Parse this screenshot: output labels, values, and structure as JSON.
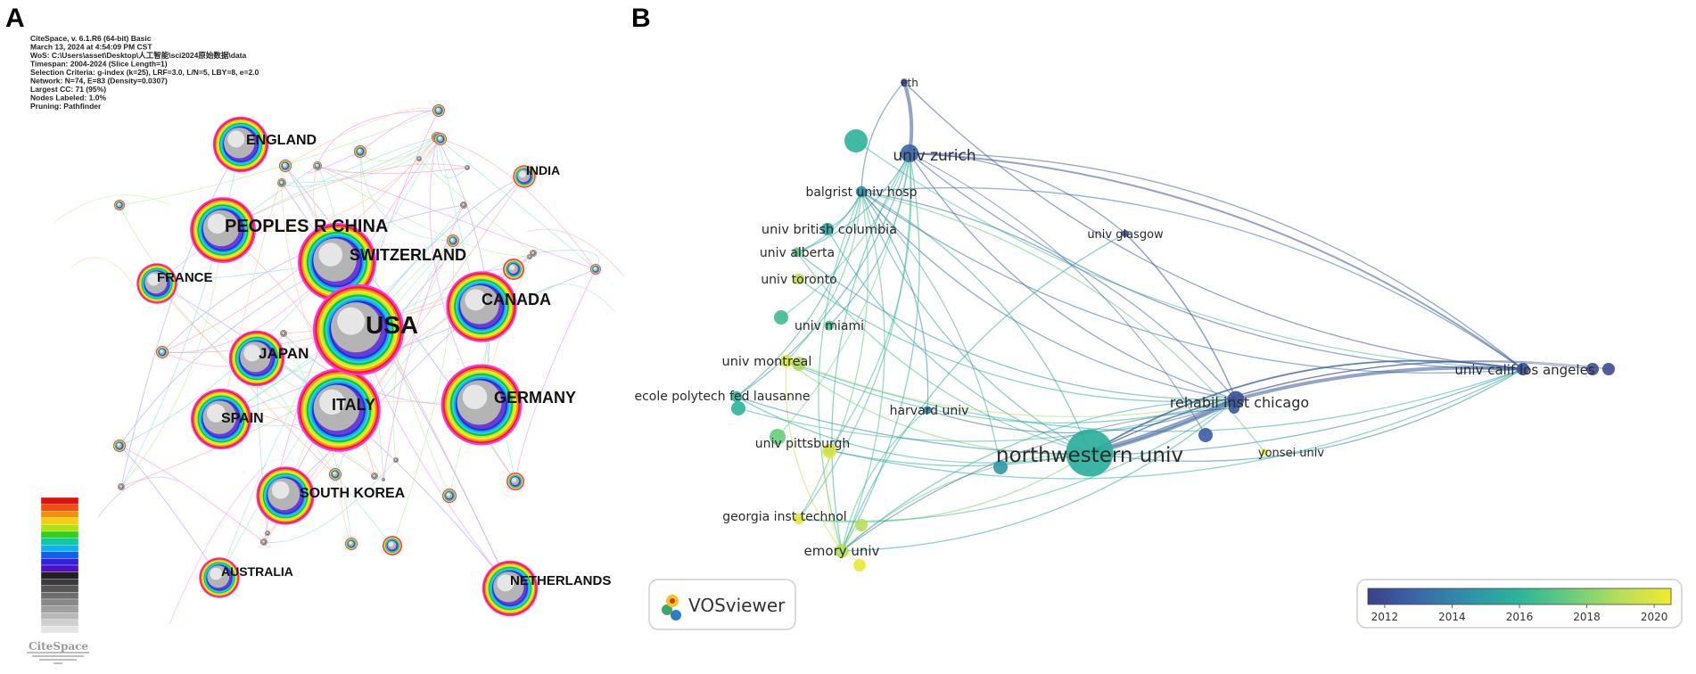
{
  "panel_a": {
    "letter": "A",
    "metadata": [
      "CiteSpace, v. 6.1.R6 (64-bit) Basic",
      "March 13, 2024 at 4:54:09 PM CST",
      "WoS: C:\\Users\\asset\\Desktop\\人工智能\\sci2024原始数据\\data",
      "Timespan: 2004-2024 (Slice Length=1)",
      "Selection Criteria: g-index (k=25), LRF=3.0, L/N=5, LBY=8, e=2.0",
      "Network: N=74, E=83 (Density=0.0307)",
      "Largest CC: 71 (95%)",
      "Nodes Labeled: 1.0%",
      "Pruning: Pathfinder"
    ],
    "logo_text": "CiteSpace",
    "ring_palette": [
      "#e8e8e8",
      "#b0b0b0",
      "#6a3bd6",
      "#2030e0",
      "#18a8f0",
      "#20d8d8",
      "#10c040",
      "#b8f020",
      "#f8e820",
      "#f89020",
      "#f02020",
      "#ff30ff"
    ],
    "colorbar": [
      "#e01010",
      "#f05010",
      "#f09010",
      "#f0d010",
      "#b0e010",
      "#30d020",
      "#10c8a0",
      "#10b0f0",
      "#1060f0",
      "#3020e0",
      "#5010c0",
      "#202020",
      "#3a3a3a",
      "#555555",
      "#6e6e6e",
      "#888888",
      "#a0a0a0",
      "#b8b8b8",
      "#d0d0d0",
      "#e4e4e4"
    ],
    "countries": [
      {
        "name": "USA",
        "size": 36
      },
      {
        "name": "ITALY",
        "size": 33
      },
      {
        "name": "SWITZERLAND",
        "size": 31
      },
      {
        "name": "GERMANY",
        "size": 32
      },
      {
        "name": "CANADA",
        "size": 28
      },
      {
        "name": "PEOPLES R CHINA",
        "size": 26
      },
      {
        "name": "SPAIN",
        "size": 24
      },
      {
        "name": "JAPAN",
        "size": 22
      },
      {
        "name": "SOUTH KOREA",
        "size": 23
      },
      {
        "name": "ENGLAND",
        "size": 22
      },
      {
        "name": "NETHERLANDS",
        "size": 22
      },
      {
        "name": "FRANCE",
        "size": 16
      },
      {
        "name": "AUSTRALIA",
        "size": 16
      },
      {
        "name": "INDIA",
        "size": 9
      }
    ]
  },
  "panel_b": {
    "letter": "B",
    "logo_text": "VOSviewer",
    "legend": {
      "min": 2011.5,
      "max": 2020.5,
      "ticks": [
        "2012",
        "2014",
        "2016",
        "2018",
        "2020"
      ],
      "colors": [
        "#3b3f8c",
        "#3a68a8",
        "#2e92a8",
        "#2cb49a",
        "#68cc7c",
        "#b8de5a",
        "#f1eb2c"
      ]
    },
    "institutions": [
      {
        "name": "northwestern univ",
        "year": 2015.8,
        "weight": 34
      },
      {
        "name": "univ zurich",
        "year": 2013.0,
        "weight": 13
      },
      {
        "name": "rehabil inst chicago",
        "year": 2012.2,
        "weight": 12
      },
      {
        "name": "univ calif los angeles",
        "year": 2012.1,
        "weight": 9
      },
      {
        "name": "balgrist univ hosp",
        "year": 2014.4,
        "weight": 8
      },
      {
        "name": "univ british columbia",
        "year": 2015.4,
        "weight": 9
      },
      {
        "name": "univ alberta",
        "year": 2017.3,
        "weight": 7
      },
      {
        "name": "univ toronto",
        "year": 2019.4,
        "weight": 8
      },
      {
        "name": "univ miami",
        "year": 2016.8,
        "weight": 7
      },
      {
        "name": "univ montreal",
        "year": 2019.8,
        "weight": 9
      },
      {
        "name": "ecole polytech fed lausanne",
        "year": 2016.2,
        "weight": 8
      },
      {
        "name": "harvard univ",
        "year": 2014.2,
        "weight": 6
      },
      {
        "name": "univ pittsburgh",
        "year": 2019.5,
        "weight": 8
      },
      {
        "name": "georgia inst technol",
        "year": 2020.0,
        "weight": 8
      },
      {
        "name": "emory univ",
        "year": 2018.9,
        "weight": 10
      },
      {
        "name": "univ glasgow",
        "year": 2012.3,
        "weight": 5
      },
      {
        "name": "yonsei univ",
        "year": 2020.2,
        "weight": 5
      },
      {
        "name": "eth",
        "year": 2012.2,
        "weight": 5
      }
    ]
  }
}
